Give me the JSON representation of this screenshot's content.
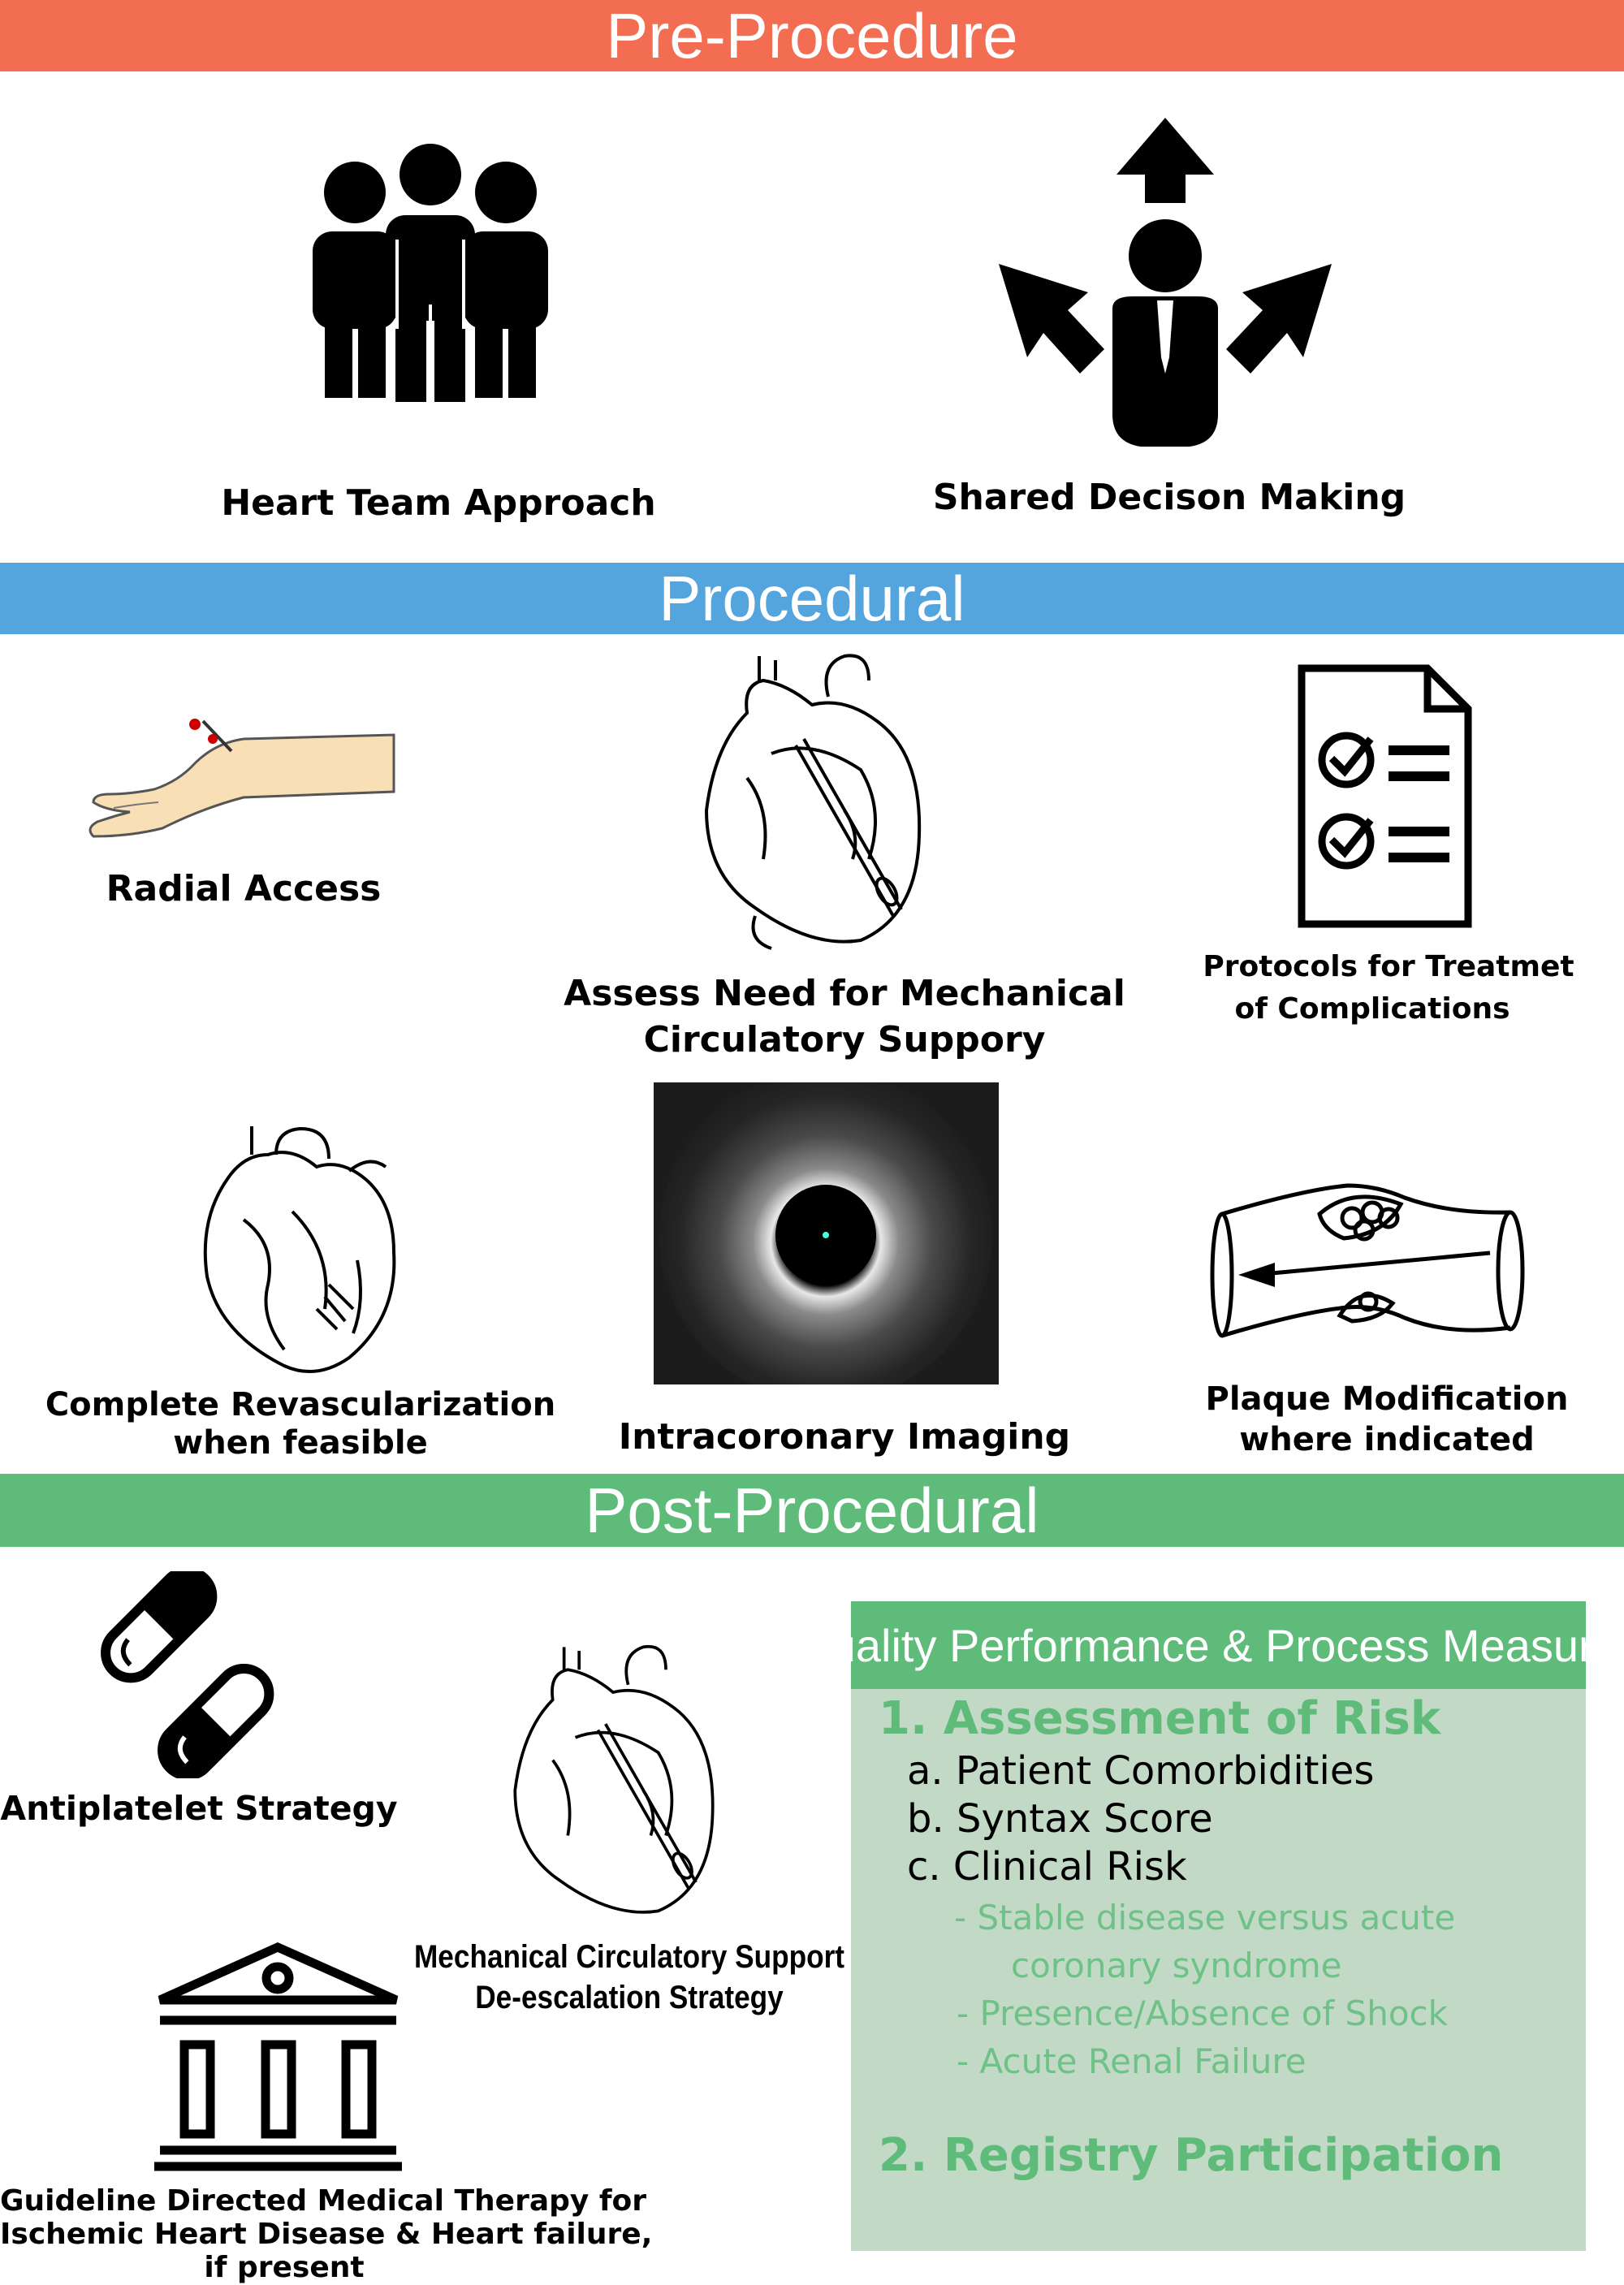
{
  "sections": {
    "pre": "Pre-Procedure",
    "procedural": "Procedural",
    "post": "Post-Procedural"
  },
  "pre_items": {
    "heart_team": "Heart Team Approach",
    "shared_decision": "Shared Decison Making"
  },
  "procedural_items": {
    "radial": "Radial Access",
    "mcs_line1": "Assess Need for Mechanical",
    "mcs_line2": "Circulatory Suppory",
    "protocols_line1": "Protocols for Treatmet",
    "protocols_line2": "of Complications",
    "revasc_line1": "Complete Revascularization",
    "revasc_line2": "when feasible",
    "imaging": "Intracoronary Imaging",
    "plaque_line1": "Plaque Modification",
    "plaque_line2": "where indicated"
  },
  "post_items": {
    "antiplatelet": "Antiplatelet Strategy",
    "mcs_line1": "Mechanical Circulatory Support",
    "mcs_line2": "De-escalation Strategy",
    "gdmt_line1": "Guideline Directed Medical Therapy for",
    "gdmt_line2": "Ischemic Heart Disease & Heart failure,",
    "gdmt_line3": "if present"
  },
  "quality": {
    "title": "Quality Performance & Process Measures",
    "item1": "1. Assessment of Risk",
    "sub_a": "a. Patient Comorbidities",
    "sub_b": "b. Syntax Score",
    "sub_c": "c. Clinical Risk",
    "risk1_line1": "- Stable disease versus acute",
    "risk1_line2": "coronary syndrome",
    "risk2": "- Presence/Absence of Shock",
    "risk3": "- Acute Renal Failure",
    "item2": "2. Registry Participation"
  },
  "colors": {
    "pre_band": "#f36d52",
    "procedural_band": "#54a4de",
    "post_band": "#5fbb7a",
    "quality_box": "#c2d9c6"
  }
}
